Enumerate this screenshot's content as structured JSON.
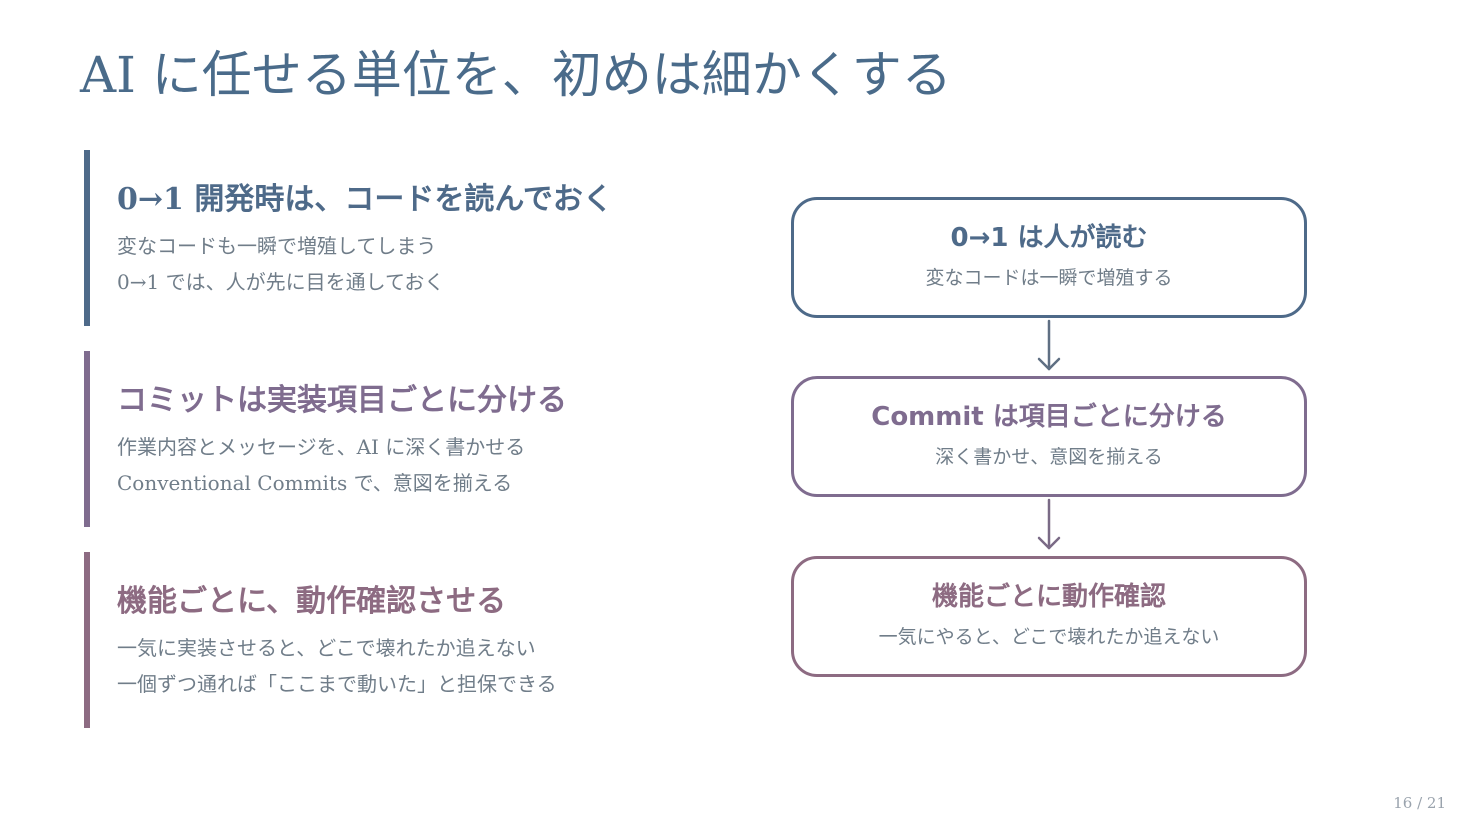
{
  "title": "AI に任せる単位を、初めは細かくする",
  "points": [
    {
      "heading": "0→1 開発時は、コードを読んでおく",
      "lines": [
        "変なコードも一瞬で増殖してしまう",
        "0→1 では、人が先に目を通しておく"
      ],
      "color": "#4e6a89"
    },
    {
      "heading": "コミットは実装項目ごとに分ける",
      "lines": [
        "作業内容とメッセージを、AI に深く書かせる",
        "Conventional Commits で、意図を揃える"
      ],
      "color": "#7f6c8f"
    },
    {
      "heading": "機能ごとに、動作確認させる",
      "lines": [
        "一気に実装させると、どこで壊れたか追えない",
        "一個ずつ通れば「ここまで動いた」と担保できる"
      ],
      "color": "#8d6b82"
    }
  ],
  "flow": {
    "boxes": [
      {
        "title": "0→1 は人が読む",
        "subtitle": "変なコードは一瞬で増殖する",
        "color": "#4e6a89"
      },
      {
        "title": "Commit は項目ごとに分ける",
        "subtitle": "深く書かせ、意図を揃える",
        "color": "#7f6c8f"
      },
      {
        "title": "機能ごとに動作確認",
        "subtitle": "一気にやると、どこで壊れたか追えない",
        "color": "#8d6b82"
      }
    ],
    "arrow_icon": "arrow-down-icon"
  },
  "page_number": "16 / 21"
}
